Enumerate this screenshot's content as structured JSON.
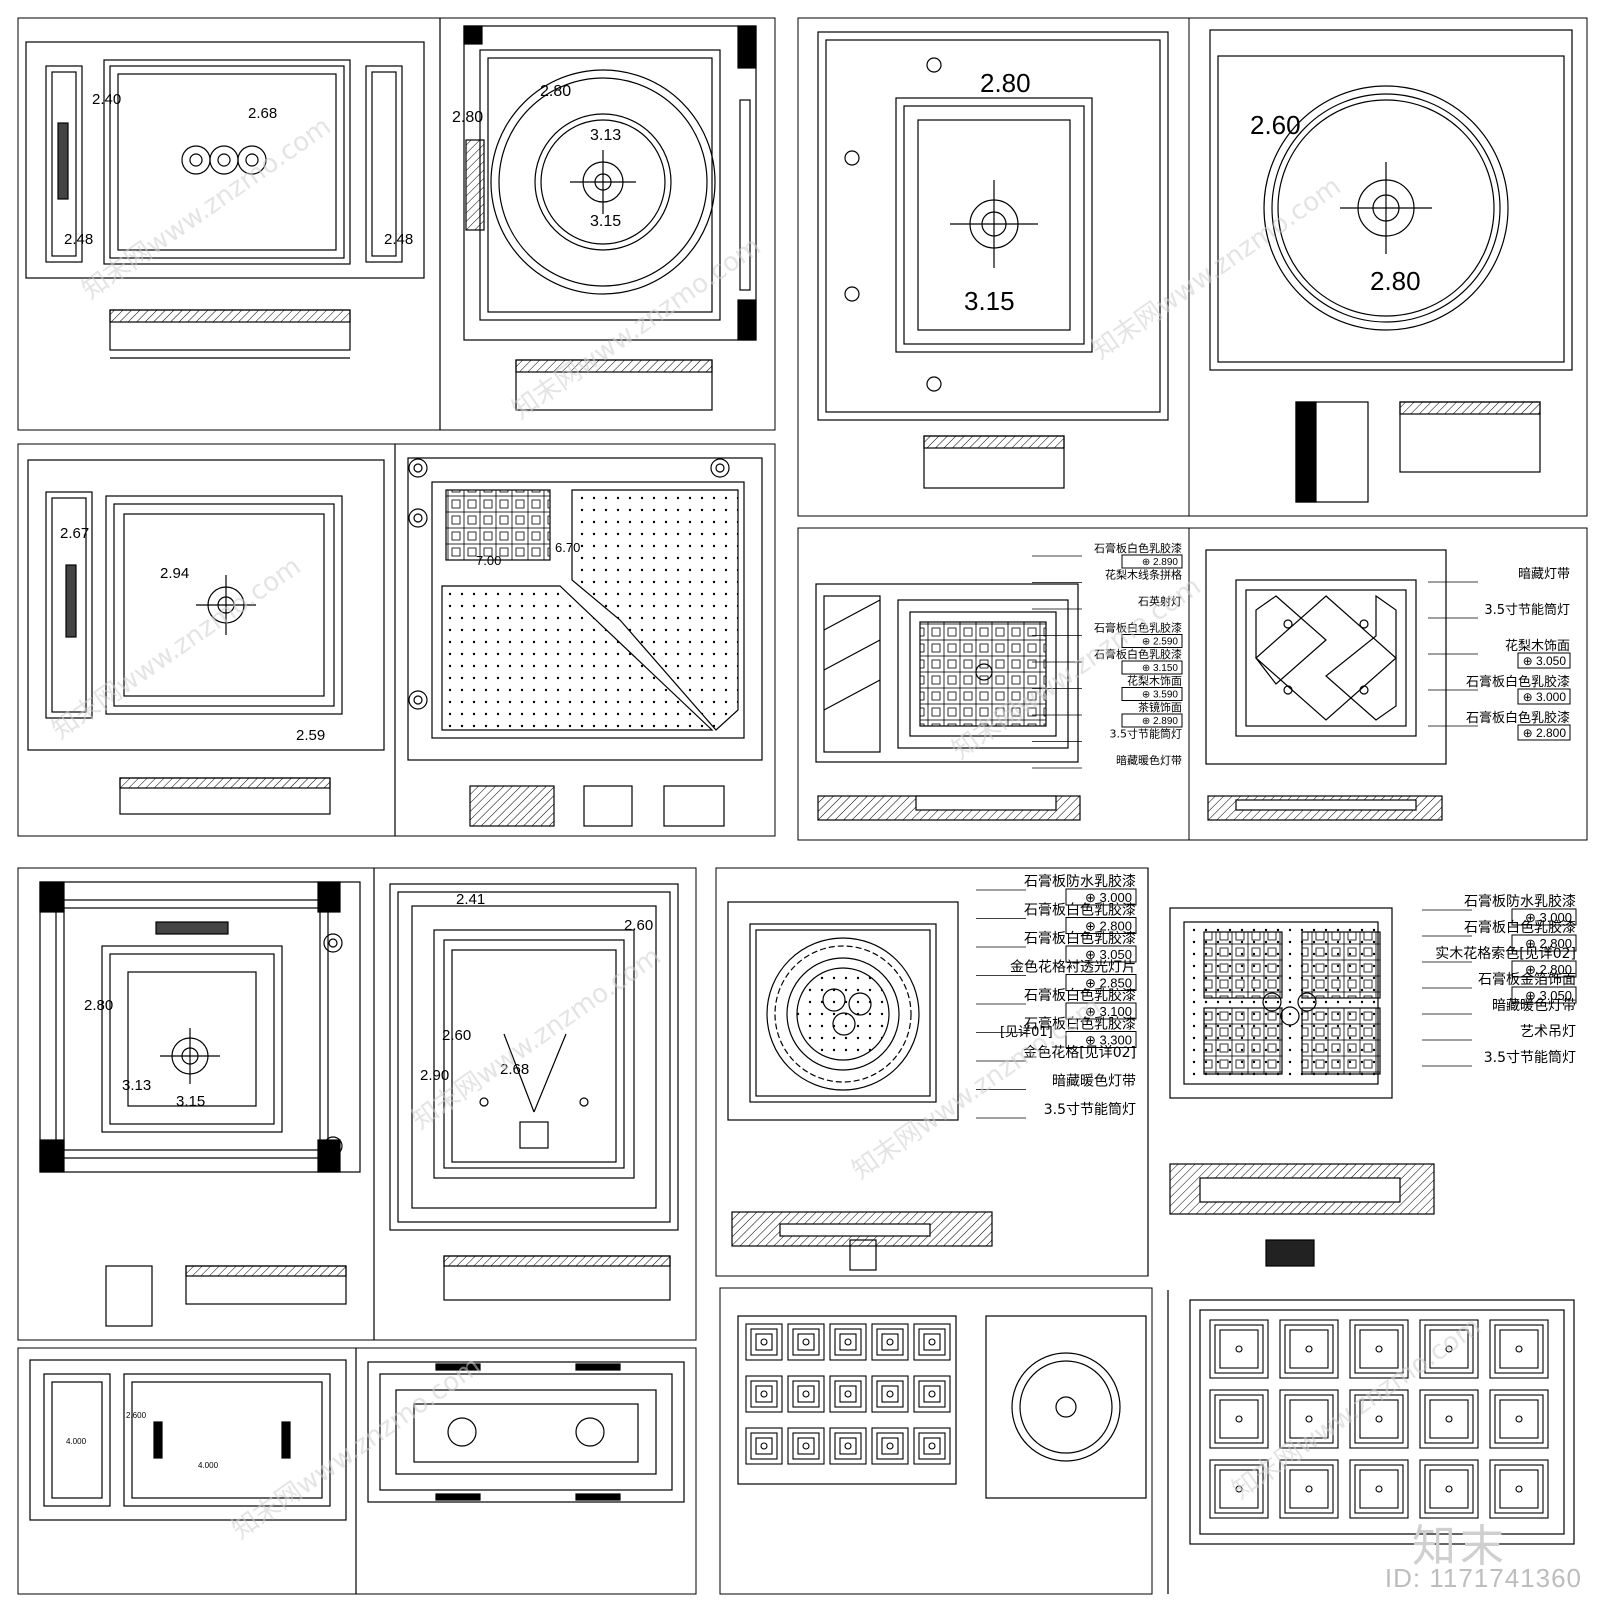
{
  "sheet": {
    "logo": "知末",
    "drawing_id": "ID: 1171741360",
    "watermark": "知末网www.znzmo.com"
  },
  "panels": {
    "p1": {
      "levels": [
        "2.40",
        "2.68",
        "2.48",
        "2.48"
      ]
    },
    "p2": {
      "levels": [
        "2.80",
        "2.80",
        "3.13",
        "3.15"
      ]
    },
    "p3": {
      "levels": [
        "2.80",
        "3.15"
      ]
    },
    "p4": {
      "levels": [
        "2.60",
        "2.80"
      ]
    },
    "p5": {
      "levels": [
        "2.67",
        "2.94",
        "2.59"
      ]
    },
    "p6": {
      "levels": [
        "7.00",
        "6.70"
      ]
    },
    "p7": {
      "callouts": [
        {
          "text": "石膏板白色乳胶漆",
          "value": "2.890"
        },
        {
          "text": "花梨木线条拼格",
          "value": ""
        },
        {
          "text": "石英射灯",
          "value": ""
        },
        {
          "text": "石膏板白色乳胶漆",
          "value": "2.590"
        },
        {
          "text": "石膏板白色乳胶漆",
          "value": "3.150"
        },
        {
          "text": "花梨木饰面",
          "value": "3.590"
        },
        {
          "text": "茶镜饰面",
          "value": "2.890"
        },
        {
          "text": "3.5寸节能筒灯",
          "value": ""
        },
        {
          "text": "暗藏暖色灯带",
          "value": ""
        }
      ]
    },
    "p8": {
      "callouts": [
        {
          "text": "暗藏灯带",
          "value": ""
        },
        {
          "text": "3.5寸节能筒灯",
          "value": ""
        },
        {
          "text": "花梨木饰面",
          "value": "3.050"
        },
        {
          "text": "石膏板白色乳胶漆",
          "value": "3.000"
        },
        {
          "text": "石膏板白色乳胶漆",
          "value": "2.800"
        }
      ]
    },
    "p9": {
      "levels": [
        "2.80",
        "3.13",
        "3.15"
      ]
    },
    "p10": {
      "levels": [
        "2.41",
        "2.60",
        "2.60",
        "2.90",
        "2.68"
      ]
    },
    "p11": {
      "callouts": [
        {
          "text": "石膏板防水乳胶漆",
          "value": "3.000"
        },
        {
          "text": "石膏板白色乳胶漆",
          "value": "2.800"
        },
        {
          "text": "石膏板白色乳胶漆",
          "value": "3.050"
        },
        {
          "text": "金色花格衬透光灯片",
          "value": "2.850"
        },
        {
          "text": "石膏板白色乳胶漆",
          "value": "3.100"
        },
        {
          "text": "石膏板白色乳胶漆",
          "value": "3.300"
        },
        {
          "text": "金色花格[见详02]",
          "value": ""
        },
        {
          "text": "暗藏暖色灯带",
          "value": ""
        },
        {
          "text": "3.5寸节能筒灯",
          "value": ""
        }
      ],
      "detail_note": "[见详01]"
    },
    "p12": {
      "callouts": [
        {
          "text": "石膏板防水乳胶漆",
          "value": "3.000"
        },
        {
          "text": "石膏板白色乳胶漆",
          "value": "2.800"
        },
        {
          "text": "实木花格索色[见详02]",
          "value": "2.800"
        },
        {
          "text": "石膏板金箔饰面",
          "value": "3.050"
        },
        {
          "text": "暗藏暖色灯带",
          "value": ""
        },
        {
          "text": "艺术吊灯",
          "value": ""
        },
        {
          "text": "3.5寸节能筒灯",
          "value": ""
        }
      ]
    },
    "p13": {
      "levels": [
        "4.000",
        "4.000",
        "2.600"
      ]
    }
  }
}
